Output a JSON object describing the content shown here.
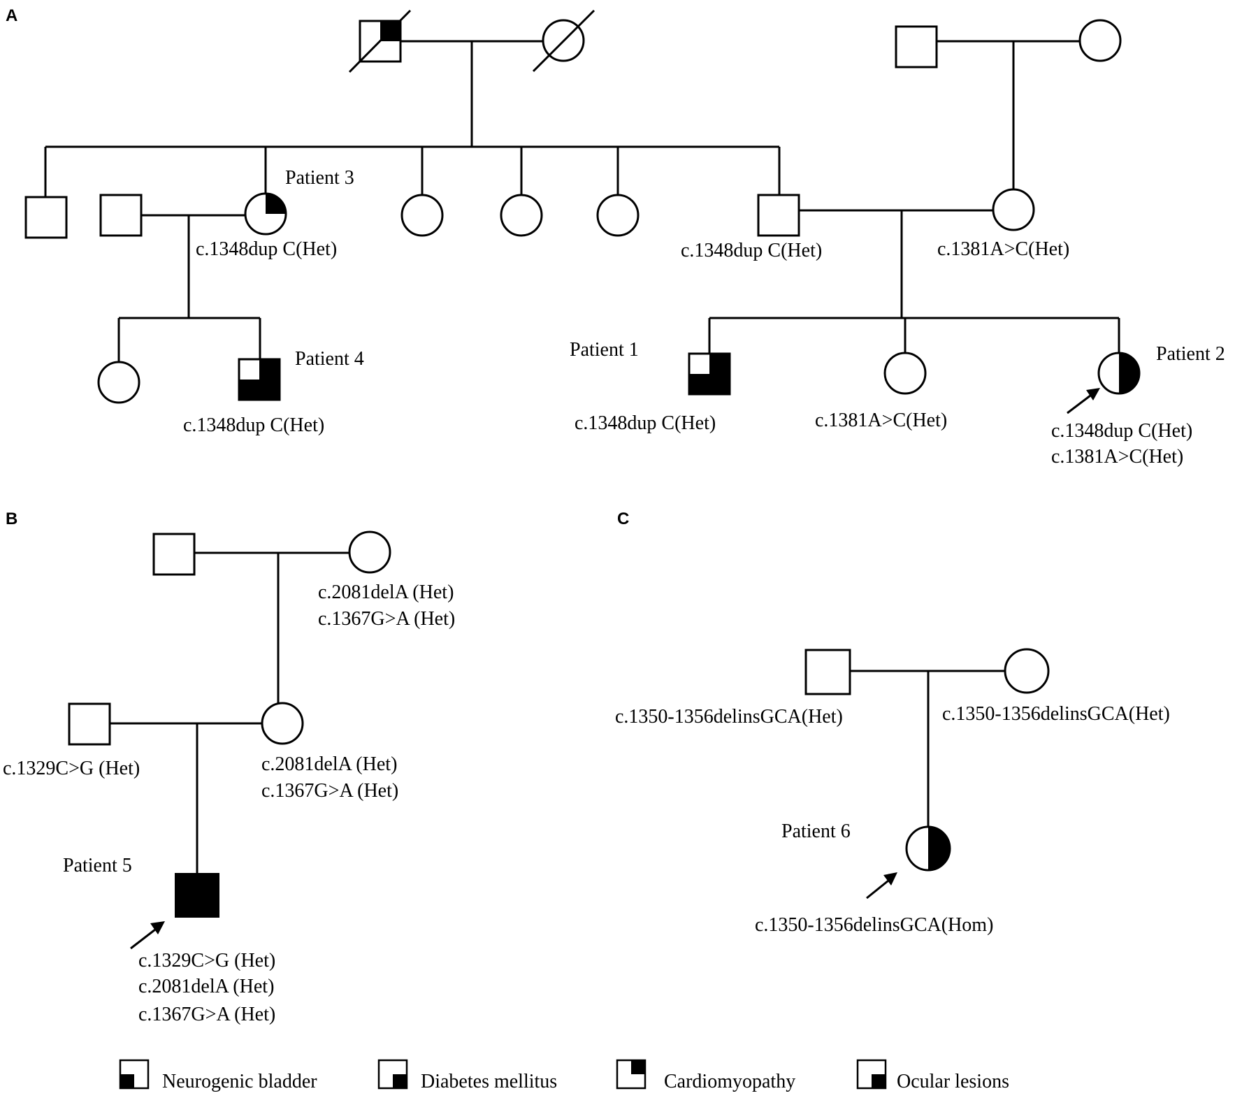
{
  "panels": {
    "a": {
      "label": "A",
      "patient3": "Patient 3",
      "patient4": "Patient 4",
      "patient1": "Patient 1",
      "patient2": "Patient 2",
      "p3_variant": "c.1348dup C(Het)",
      "father_variant": "c.1348dup C(Het)",
      "mother_variant": "c.1381A>C(Het)",
      "p4_variant": "c.1348dup C(Het)",
      "p1_variant": "c.1348dup C(Het)",
      "sister_variant": "c.1381A>C(Het)",
      "p2_variant1": "c.1348dup C(Het)",
      "p2_variant2": "c.1381A>C(Het)"
    },
    "b": {
      "label": "B",
      "patient5": "Patient 5",
      "grandmother_variant1": "c.2081delA (Het)",
      "grandmother_variant2": "c.1367G>A (Het)",
      "father_variant": "c.1329C>G (Het)",
      "mother_variant1": "c.2081delA (Het)",
      "mother_variant2": "c.1367G>A (Het)",
      "p5_variant1": "c.1329C>G (Het)",
      "p5_variant2": "c.2081delA (Het)",
      "p5_variant3": "c.1367G>A (Het)"
    },
    "c": {
      "label": "C",
      "patient6": "Patient 6",
      "father_variant": "c.1350-1356delinsGCA(Het)",
      "mother_variant": "c.1350-1356delinsGCA(Het)",
      "p6_variant": "c.1350-1356delinsGCA(Hom)"
    }
  },
  "legend": [
    {
      "label": "Neurogenic bladder"
    },
    {
      "label": "Diabetes mellitus"
    },
    {
      "label": "Cardiomyopathy"
    },
    {
      "label": "Ocular lesions"
    }
  ]
}
